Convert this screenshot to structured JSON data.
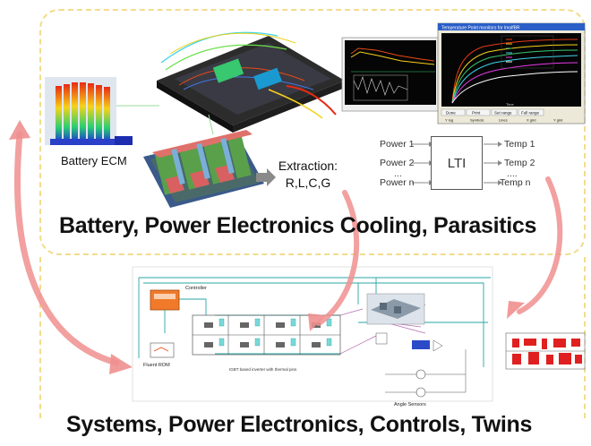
{
  "headings": {
    "top": "Battery, Power Electronics Cooling, Parasitics",
    "bottom": "Systems, Power Electronics, Controls, Twins"
  },
  "labels": {
    "battery_ecm": "Battery ECM",
    "extraction_line1": "Extraction:",
    "extraction_line2": "R,L,C,G"
  },
  "lti": {
    "title": "LTI",
    "inputs": [
      "Power 1",
      "Power 2",
      "...",
      "Power n"
    ],
    "outputs": [
      "Temp 1",
      "Temp 2",
      "....",
      "Temp n"
    ]
  },
  "monitor_window": {
    "title": "Temperature Point monitors for lmalfBR",
    "buttons": [
      "Done",
      "Print",
      "Set range",
      "Full range"
    ],
    "checkboxes": [
      "Y log",
      "Symbols",
      "Lines",
      "X grid",
      "Y grid"
    ],
    "x_label": "Time"
  },
  "schematic": {
    "controller_label": "Controller",
    "fluent_rom_label": "Fluent   ROM",
    "inverter_caption": "IGBT based inverter with thermal pins",
    "angle_sensors_label": "Angle Sensors"
  },
  "colors": {
    "panel_border": "#f2dc8c",
    "arrow": "#f08f8f",
    "schematic_wire": "#2aa6a6",
    "controller_block": "#f07a2a"
  }
}
